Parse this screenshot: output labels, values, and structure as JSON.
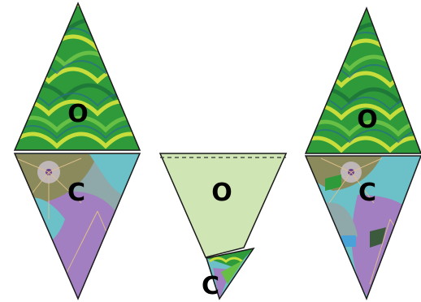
{
  "pieces": {
    "left": {
      "top_label": "O",
      "bottom_label": "C"
    },
    "middle": {
      "main_label": "O",
      "flap_label": "C"
    },
    "right": {
      "top_label": "O",
      "bottom_label": "C"
    }
  },
  "colors": {
    "outline": "#1a1a1a",
    "fold_line": "#333333",
    "flat_fill": "#cfe6b4",
    "green_base": "#2e9a3a",
    "green_light": "#c6dd3c",
    "green_mid": "#67bf45",
    "teal": "#6cc0c8",
    "purple": "#a27fc0",
    "olive": "#8a8a5c",
    "slate": "#8fa8aa"
  }
}
